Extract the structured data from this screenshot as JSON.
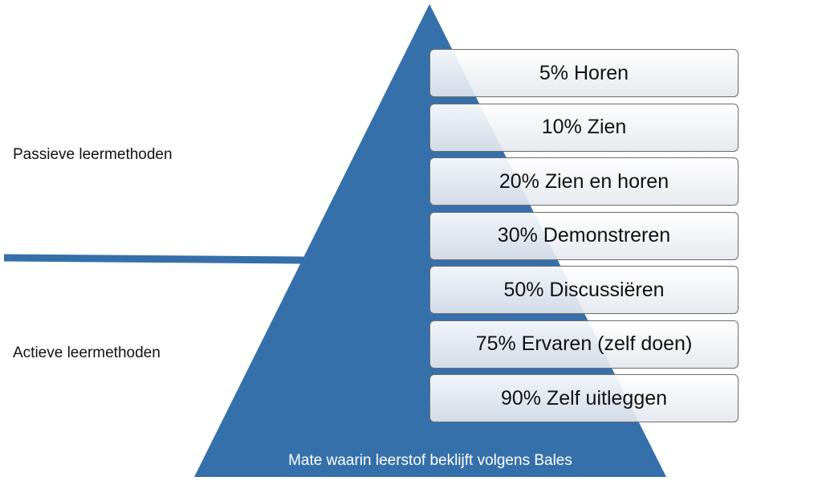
{
  "diagram": {
    "accent_color": "#3570ab",
    "left_labels": {
      "passive": "Passieve leermethoden",
      "active": "Actieve leermethoden"
    },
    "levels": [
      "5% Horen",
      "10% Zien",
      "20% Zien en horen",
      "30% Demonstreren",
      "50% Discussiëren",
      "75% Ervaren (zelf doen)",
      "90% Zelf uitleggen"
    ],
    "base_caption": "Mate waarin leerstof beklijft volgens Bales"
  }
}
